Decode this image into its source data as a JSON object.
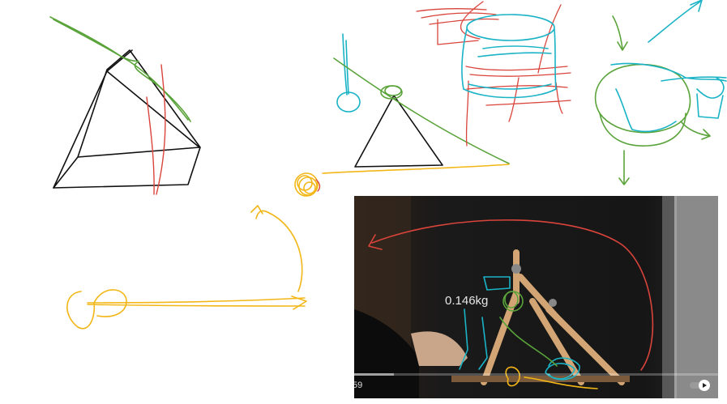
{
  "video": {
    "weight_label": "0.146kg",
    "time_label": "59",
    "progress": 0.11
  },
  "colors": {
    "black_ink": "#111111",
    "red_ink": "#d9443b",
    "green_ink": "#5aa33a",
    "cyan_ink": "#1ab3c6",
    "yellow_ink": "#f2b617"
  },
  "icons": {
    "autoplay_toggle": "toggle-icon"
  }
}
